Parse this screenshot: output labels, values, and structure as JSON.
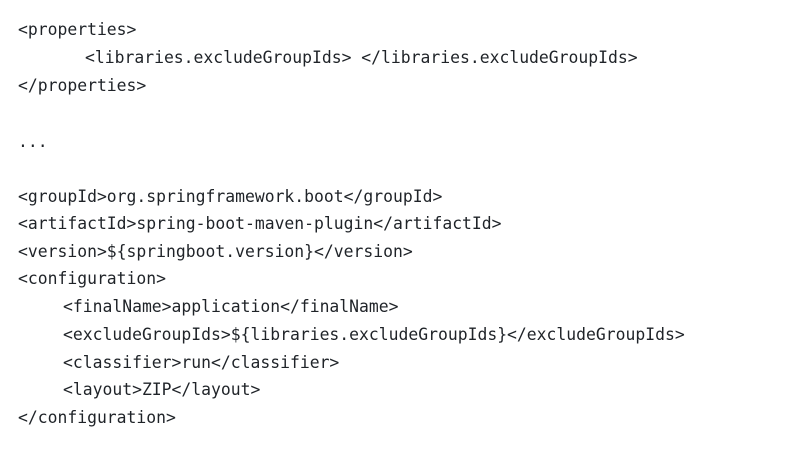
{
  "code": {
    "properties_open": "<properties>",
    "exclude_group_ids_property": "<libraries.excludeGroupIds> </libraries.excludeGroupIds>",
    "properties_close": "</properties>",
    "ellipsis": "...",
    "group_id": "<groupId>org.springframework.boot</groupId>",
    "artifact_id": "<artifactId>spring-boot-maven-plugin</artifactId>",
    "version": "<version>${springboot.version}</version>",
    "configuration_open": "<configuration>",
    "final_name": "<finalName>application</finalName>",
    "exclude_group_ids": "<excludeGroupIds>${libraries.excludeGroupIds}</excludeGroupIds>",
    "classifier": "<classifier>run</classifier>",
    "layout": "<layout>ZIP</layout>",
    "configuration_close": "</configuration>"
  }
}
